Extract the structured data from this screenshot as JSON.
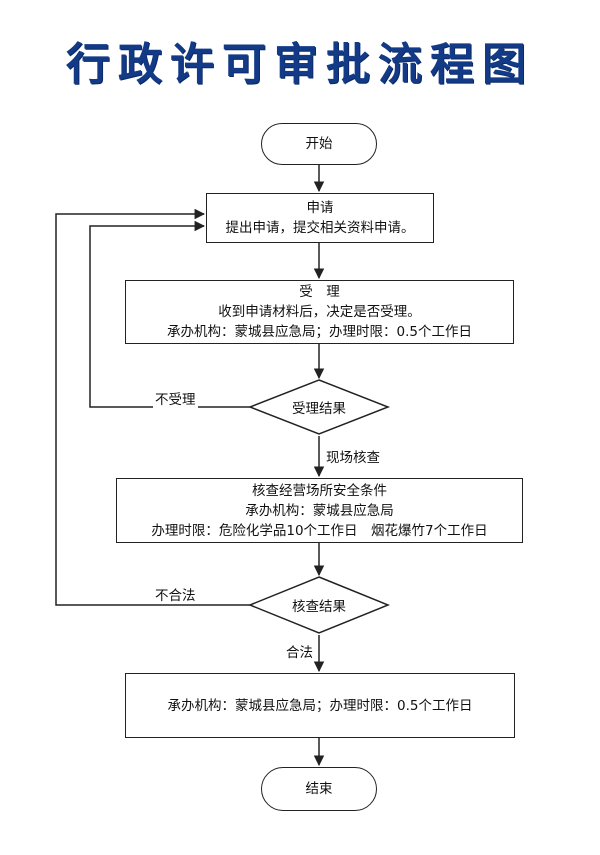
{
  "title": "行政许可审批流程图",
  "nodes": {
    "start": "开始",
    "apply_title": "申请",
    "apply_desc": "提出申请，提交相关资料申请。",
    "accept_title": "受　理",
    "accept_desc": "收到申请材料后，决定是否受理。",
    "accept_org": "承办机构：蒙城县应急局；办理时限：0.5个工作日",
    "accept_result": "受理结果",
    "check_title": "核查经营场所安全条件",
    "check_org": "承办机构：蒙城县应急局",
    "check_time": "办理时限：危险化学品10个工作日　烟花爆竹7个工作日",
    "check_result": "核查结果",
    "final_org": "承办机构：蒙城县应急局；办理时限：0.5个工作日",
    "end": "结束"
  },
  "edges": {
    "not_accepted": "不受理",
    "onsite_check": "现场核查",
    "illegal": "不合法",
    "legal": "合法"
  },
  "colors": {
    "title": "#123a86",
    "line": "#222222"
  }
}
